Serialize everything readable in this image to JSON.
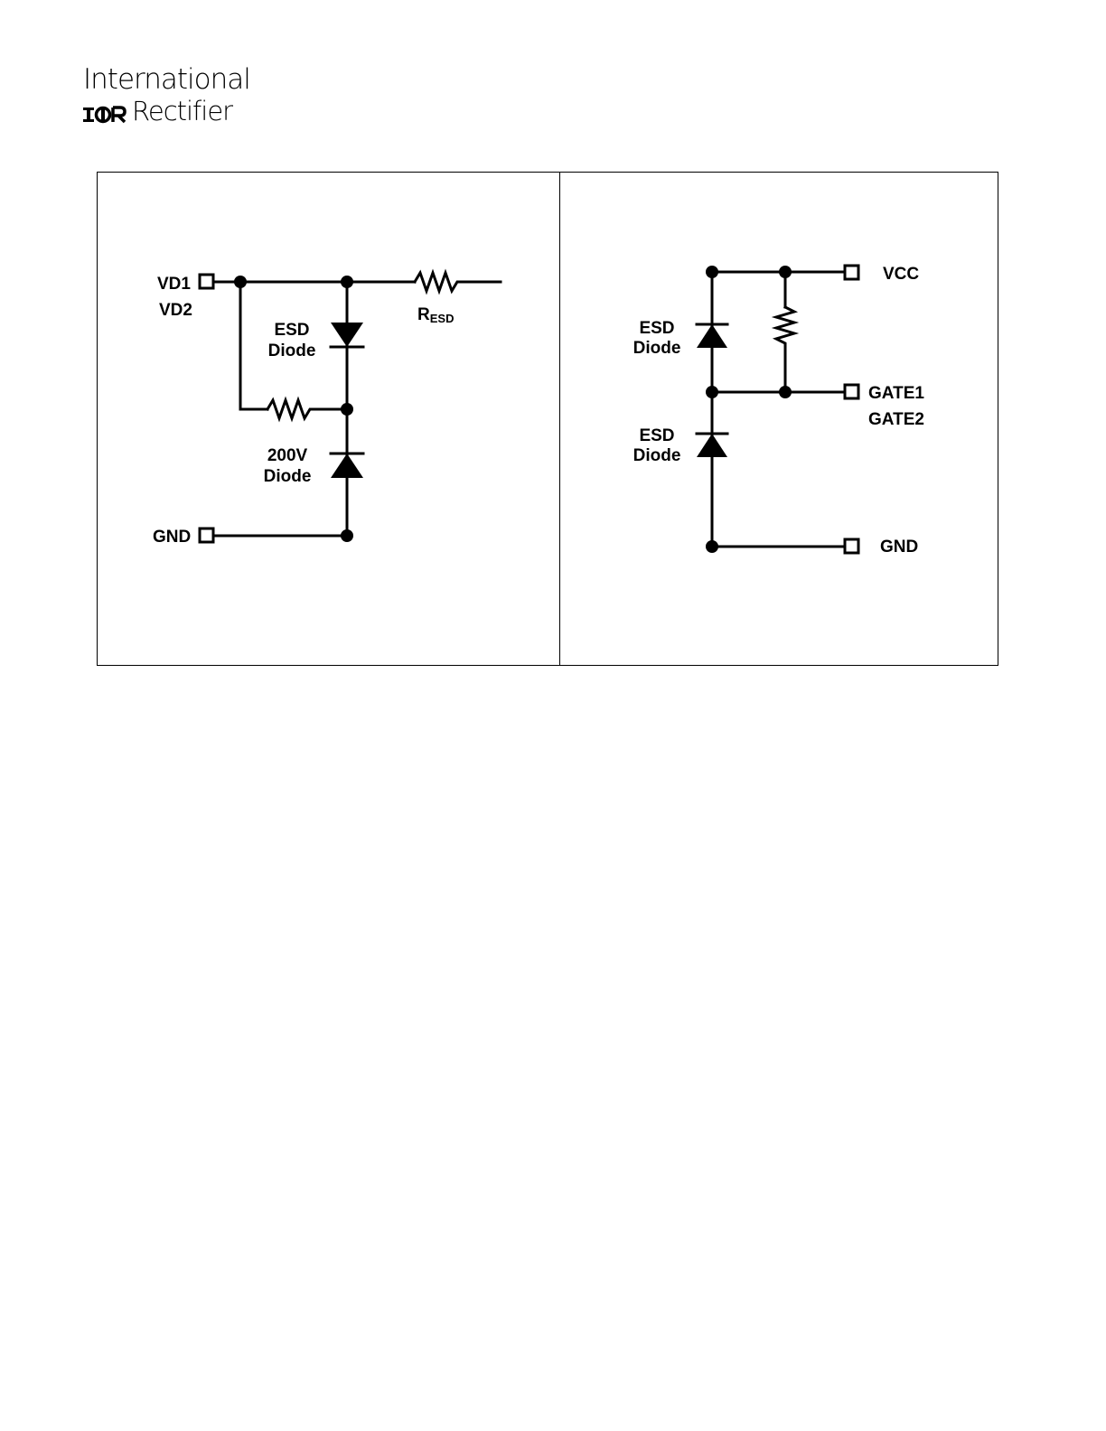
{
  "header": {
    "logo_line1": "International",
    "logo_mark": "IOR",
    "logo_line2": "Rectifier"
  },
  "left_circuit": {
    "pin_vd1": "VD1",
    "pin_vd2": "VD2",
    "esd_diode_line1": "ESD",
    "esd_diode_line2": "Diode",
    "resistor_main": "R",
    "resistor_sub": "ESD",
    "zener_line1": "200V",
    "zener_line2": "Diode",
    "pin_gnd": "GND"
  },
  "right_circuit": {
    "pin_vcc": "VCC",
    "esd_top_line1": "ESD",
    "esd_top_line2": "Diode",
    "pin_gate1": "GATE1",
    "pin_gate2": "GATE2",
    "esd_bottom_line1": "ESD",
    "esd_bottom_line2": "Diode",
    "pin_gnd": "GND"
  },
  "colors": {
    "ink": "#000000",
    "background": "#ffffff"
  }
}
